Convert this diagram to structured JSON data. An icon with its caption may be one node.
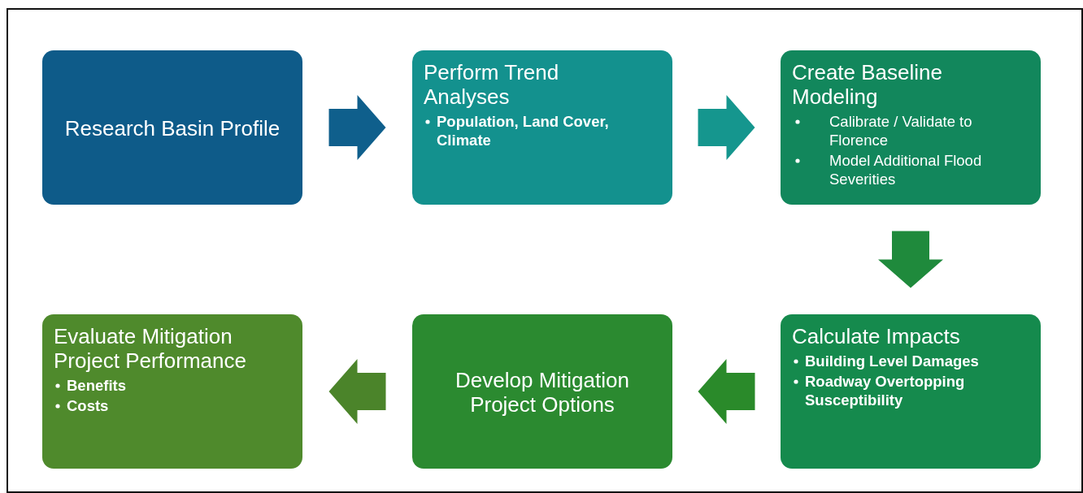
{
  "diagram": {
    "nodes": [
      {
        "text": [
          "Research Basin Profile"
        ]
      },
      {
        "text": [
          "Perform Trend Analyses",
          "Population, Land Cover, Climate"
        ]
      },
      {
        "text": [
          "Create Baseline Modeling",
          "Calibrate / Validate to Florence",
          "Model Additional Flood Severities"
        ]
      },
      {
        "text": [
          "Evaluate Mitigation Project Performance",
          "Benefits",
          "Costs"
        ]
      },
      {
        "text": [
          "Develop Mitigation Project Options"
        ]
      },
      {
        "text": [
          "Calculate Impacts",
          "Building Level Damages",
          "Roadway Overtopping Susceptibility"
        ]
      }
    ],
    "edges": [
      {
        "from": 0,
        "to": 1,
        "arrow": "to",
        "color": "#0f5f8c"
      },
      {
        "from": 1,
        "to": 2,
        "arrow": "to",
        "color": "#15968e"
      },
      {
        "from": 2,
        "to": 5,
        "arrow": "to",
        "color": "#1f8a3c"
      },
      {
        "from": 5,
        "to": 4,
        "arrow": "to",
        "color": "#2a8a2a"
      },
      {
        "from": 4,
        "to": 3,
        "arrow": "to",
        "color": "#4b842a"
      }
    ]
  }
}
